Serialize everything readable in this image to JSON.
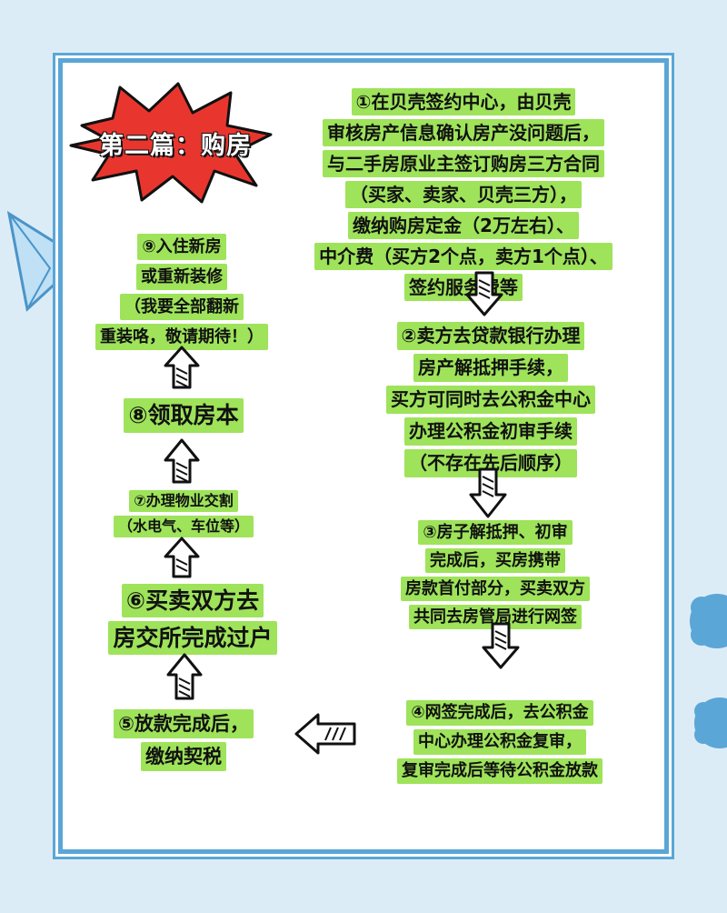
{
  "title": "第二篇：购房",
  "steps": {
    "s1": [
      "①在贝壳签约中心，由贝壳",
      "审核房产信息确认房产没问题后，",
      "与二手房原业主签订购房三方合同",
      "（买家、卖家、贝壳三方），",
      "缴纳购房定金（2万左右）、",
      "中介费（买方2个点，卖方1个点）、",
      "签约服务费等"
    ],
    "s2": [
      "②卖方去贷款银行办理",
      "房产解抵押手续，",
      "买方可同时去公积金中心",
      "办理公积金初审手续",
      "（不存在先后顺序）"
    ],
    "s3": [
      "③房子解抵押、初审",
      "完成后，买房携带",
      "房款首付部分，买卖双方",
      "共同去房管局进行网签"
    ],
    "s4": [
      "④网签完成后，去公积金",
      "中心办理公积金复审，",
      "复审完成后等待公积金放款"
    ],
    "s5": [
      "⑤放款完成后，",
      "缴纳契税"
    ],
    "s6": [
      "⑥买卖双方去",
      "房交所完成过户"
    ],
    "s7": [
      "⑦办理物业交割",
      "（水电气、车位等）"
    ],
    "s8": [
      "⑧领取房本"
    ],
    "s9": [
      "⑨入住新房",
      "或重新装修",
      "（我要全部翻新",
      "重装咯，敬请期待！）"
    ]
  },
  "colors": {
    "highlight": "#9ee35a",
    "frame": "#5aa6d6",
    "burst": "#e8362f",
    "background": "#dcecf7"
  },
  "icons": {
    "arrow_down": "hatched-arrow-down-icon",
    "arrow_up": "hatched-arrow-up-icon",
    "arrow_left": "hatched-arrow-left-icon",
    "title_burst": "explosion-burst-icon",
    "paper_plane": "paper-plane-icon"
  }
}
